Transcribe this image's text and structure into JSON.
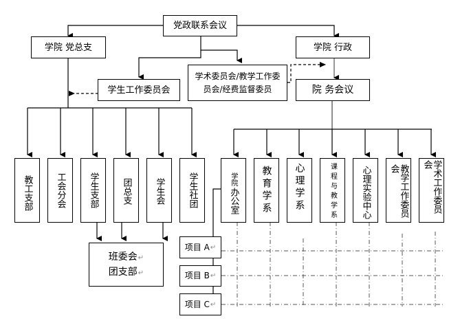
{
  "diagram": {
    "title_node": "党政联系会议",
    "party": "学院 党总支",
    "admin": "学院 行政",
    "student_committee": "学生工作委员会",
    "academic_committees": [
      "学术委员会/教学工作委",
      "员会/经费监督委员"
    ],
    "council": "院 务会议",
    "party_branches": [
      "教工支部",
      "工会分会",
      "学生支部",
      "团总支",
      "学生会",
      "学生社团"
    ],
    "class_committee": [
      "班委会",
      "团支部"
    ],
    "admin_units": [
      {
        "line1": "学院",
        "line2": "办公室"
      },
      {
        "line1": "教育学系"
      },
      {
        "line1": "心理学系"
      },
      {
        "line1": "课程与教学系"
      },
      {
        "line1": "心理实验中心"
      },
      {
        "line1": "教学工作委员会"
      },
      {
        "line1": "学术工作委员会"
      }
    ],
    "projects": [
      "项目 A",
      "项目 B",
      "项目 C"
    ],
    "return_mark": "↵"
  }
}
